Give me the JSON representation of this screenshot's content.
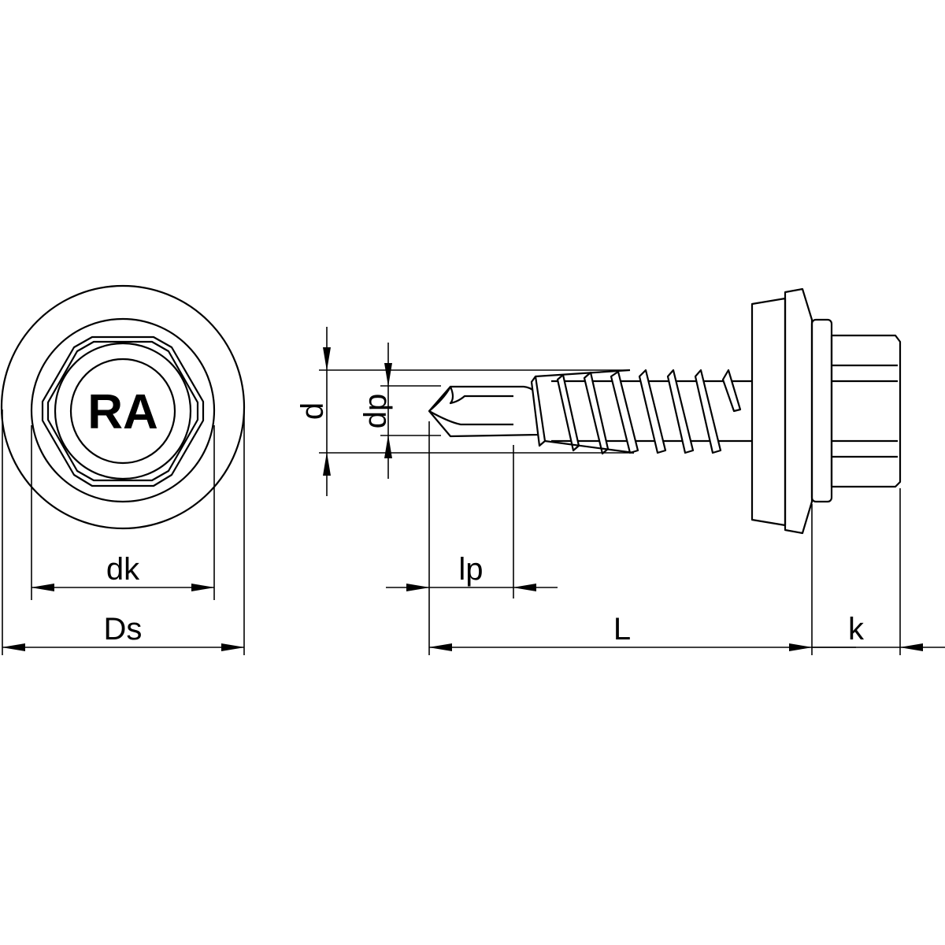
{
  "head_marking": "RA",
  "dimensions": {
    "dk": "dk",
    "Ds": "Ds",
    "d": "d",
    "dp": "dp",
    "lp": "lp",
    "L": "L",
    "k": "k"
  },
  "colors": {
    "line": "#000000",
    "background": "#ffffff"
  }
}
